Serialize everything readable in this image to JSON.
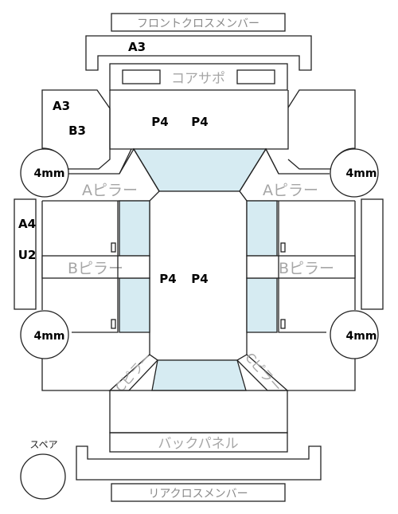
{
  "labels": {
    "front_cross_member": "フロントクロスメンバー",
    "core_support": "コアサポ",
    "a_pillar": "Aピラー",
    "b_pillar": "Bピラー",
    "c_pillar": "Cピラー",
    "back_panel": "バックパネル",
    "rear_cross_member": "リアクロスメンバー",
    "spare": "スペア"
  },
  "codes": {
    "front_cross_member": "A3",
    "left_fender_top": "A3",
    "left_fender_bottom": "B3",
    "hood_left": "P4",
    "hood_right": "P4",
    "roof_left": "P4",
    "roof_right": "P4",
    "left_rocker_top": "A4",
    "left_rocker_bottom": "U2"
  },
  "tires": {
    "front_left": "4mm",
    "front_right": "4mm",
    "rear_left": "4mm",
    "rear_right": "4mm"
  },
  "colors": {
    "outline": "#222222",
    "glass": "#d6ebf2",
    "label_gray": "#a6a6a6"
  }
}
